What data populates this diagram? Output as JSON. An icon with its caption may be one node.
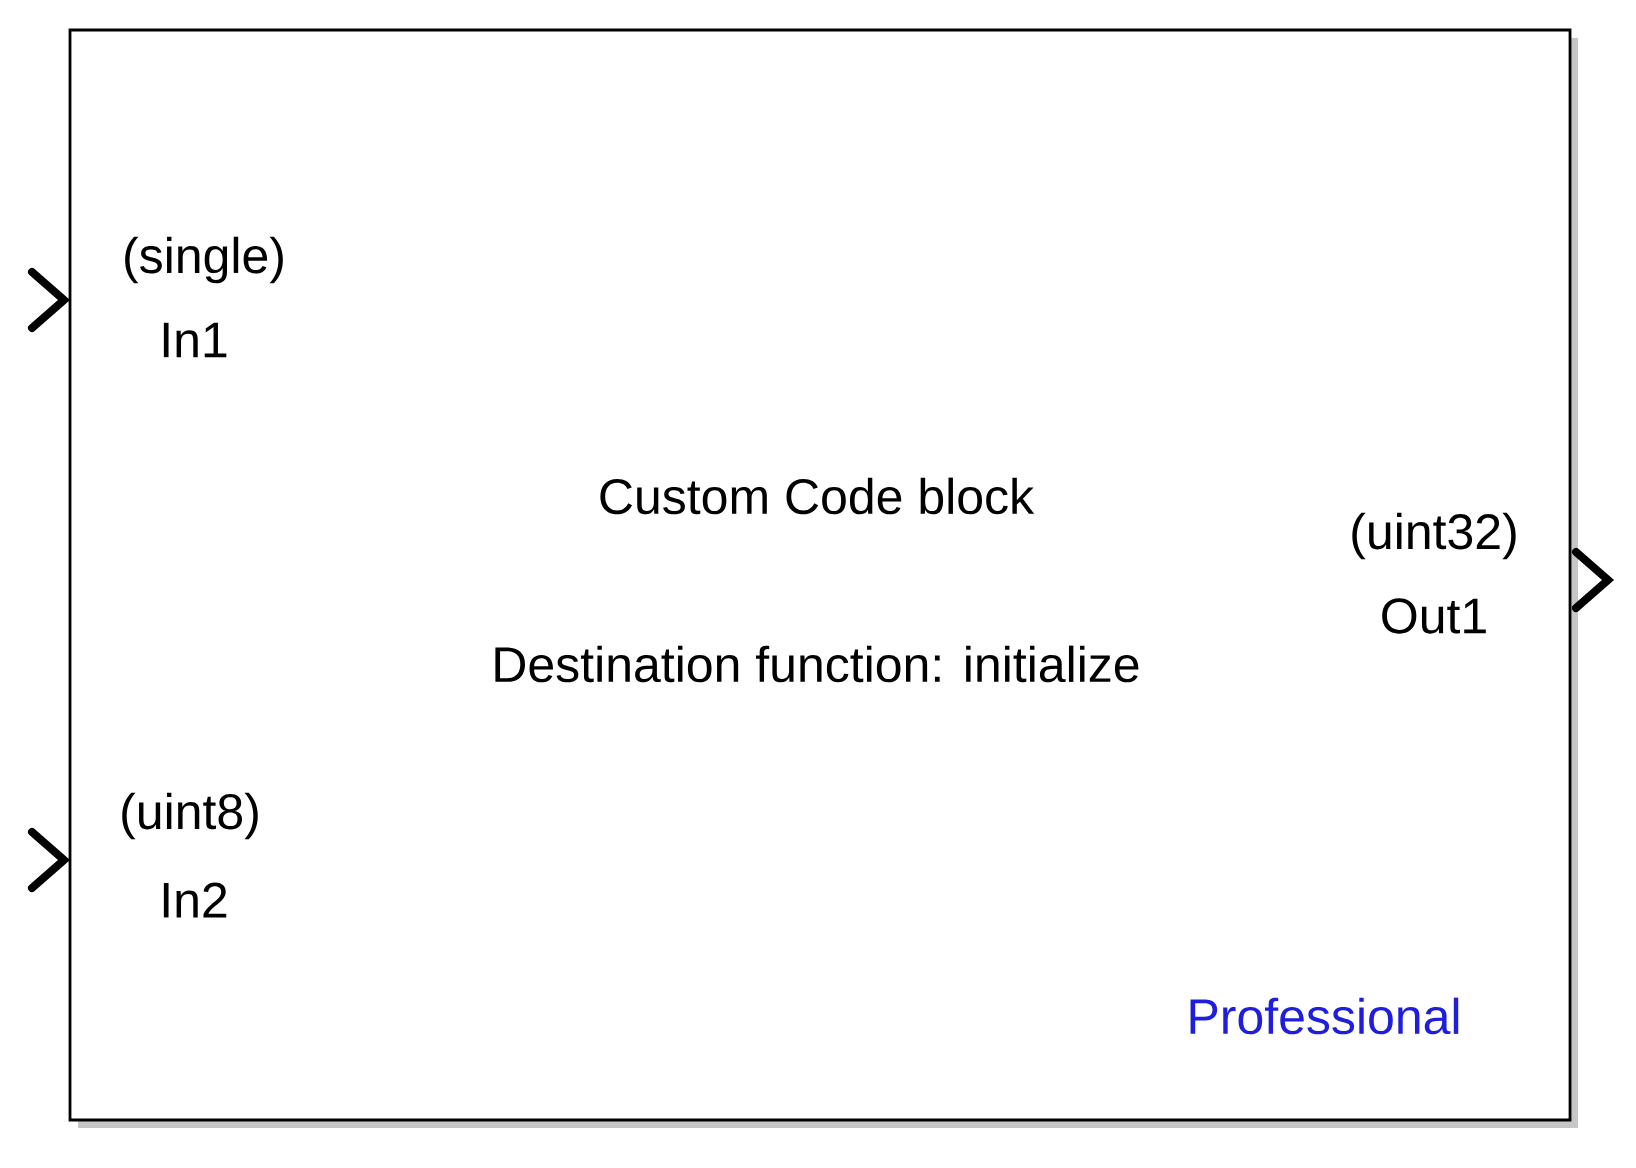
{
  "diagram": {
    "nodes": [
      {
        "text": [
          "Custom Code block",
          "Destination function: initialize",
          "Professional"
        ]
      }
    ],
    "labels": [
      "(single)",
      "In1",
      "(uint8)",
      "In2",
      "(uint32)",
      "Out1"
    ]
  }
}
